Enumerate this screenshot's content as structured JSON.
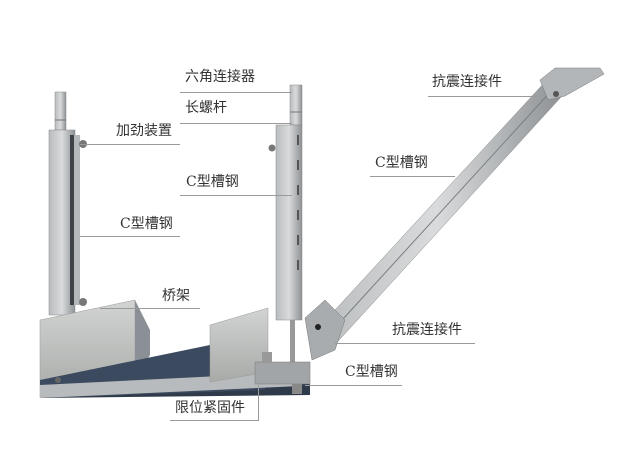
{
  "labels": {
    "hex_connector": "六角连接器",
    "long_rod": "长螺杆",
    "stiffener": "加劲装置",
    "c_channel_right": "C型槽钢",
    "c_channel_left": "C型槽钢",
    "cable_tray": "桥架",
    "seismic_connector_top": "抗震连接件",
    "c_channel_diagonal": "C型槽钢",
    "seismic_connector_bottom": "抗震连接件",
    "c_channel_bottom": "C型槽钢",
    "limit_fastener": "限位紧固件"
  },
  "colors": {
    "steel_light": "#c9cbcc",
    "steel_mid": "#a9acad",
    "steel_dark": "#5f6468",
    "tray_shadow": "#2f3a4a"
  }
}
